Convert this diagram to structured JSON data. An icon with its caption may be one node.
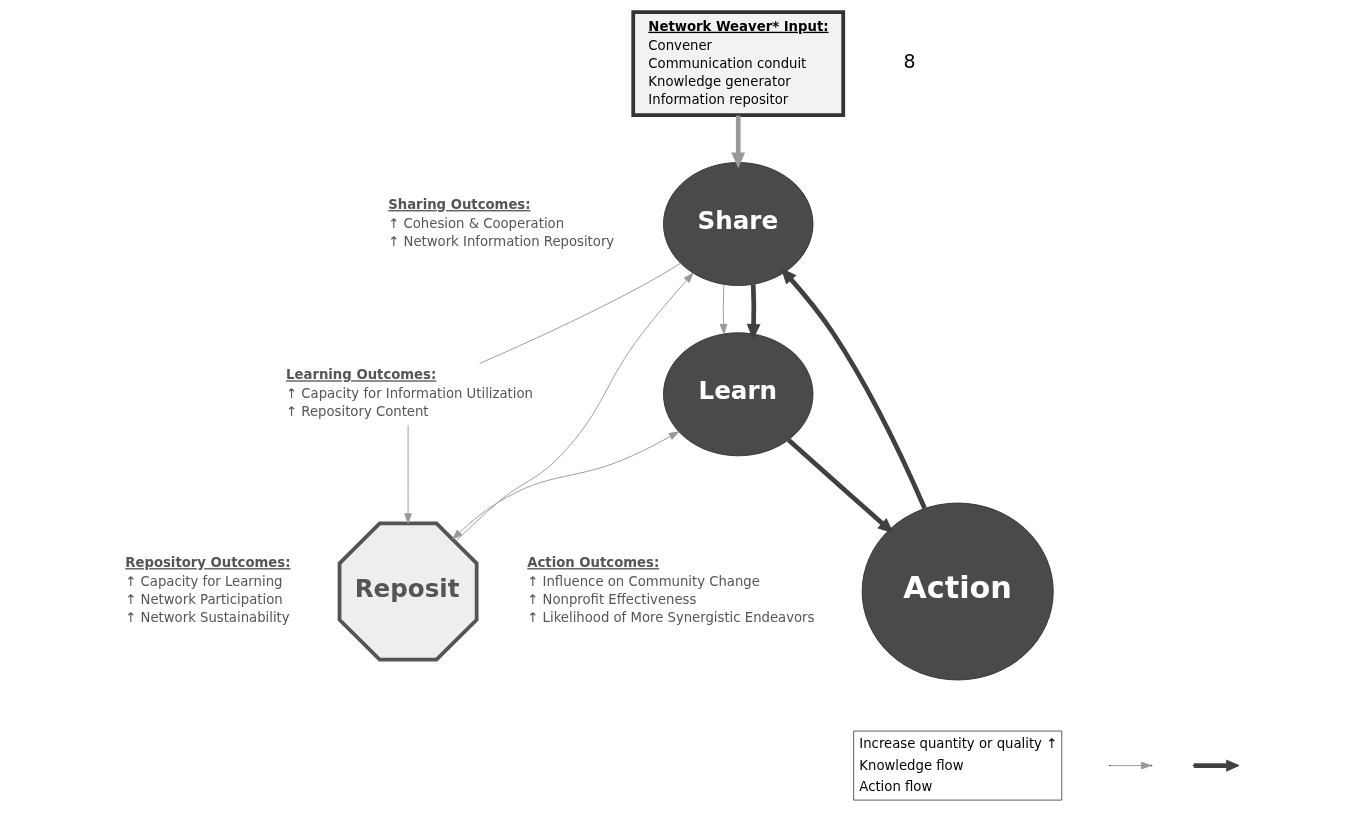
{
  "diagram": {
    "nodes": [
      {
        "text": [
          "Network Weaver* Input:",
          "Convener",
          "Communication conduit",
          "Knowledge generator",
          "Information repositor"
        ]
      },
      {
        "text": [
          "Share"
        ],
        "beside": [
          "Sharing Outcomes:",
          "↑ Cohesion & Cooperation",
          "↑ Network Information Repository"
        ]
      },
      {
        "text": [
          "Learn"
        ]
      },
      {
        "text": [
          "Learning Outcomes:",
          "↑ Capacity for Information Utilization",
          "↑ Repository Content"
        ]
      },
      {
        "text": [
          "Reposit"
        ],
        "beside": [
          "Repository Outcomes:",
          "↑ Capacity for Learning",
          "↑ Network Participation",
          "↑ Network Sustainability"
        ]
      },
      {
        "text": [
          "Action"
        ],
        "beside": [
          "Action Outcomes:",
          "↑ Influence on Community Change",
          "↑ Nonprofit Effectiveness",
          "↑ Likelihood of More Synergistic Endeavors"
        ]
      }
    ],
    "edges": [
      {
        "from": 0,
        "to": 1,
        "arrow": "to",
        "style": "thick"
      },
      {
        "from": 1,
        "to": 2,
        "arrow": "to"
      },
      {
        "from": 1,
        "to": 3,
        "arrow": "none"
      },
      {
        "from": 3,
        "to": 4,
        "arrow": "to"
      },
      {
        "from": 2,
        "to": 4,
        "arrow": "both"
      },
      {
        "from": 4,
        "to": 1,
        "arrow": "to"
      },
      {
        "from": 1,
        "to": 2,
        "arrow": "to",
        "style": "thick",
        "color": "#404040"
      },
      {
        "from": 2,
        "to": 5,
        "arrow": "to",
        "style": "thick",
        "color": "#404040"
      },
      {
        "from": 5,
        "to": 1,
        "arrow": "to",
        "style": "thick",
        "color": "#404040"
      }
    ],
    "labels": [
      "8"
    ],
    "legend": [
      {
        "text": "Increase quantity or quality ↑"
      },
      {
        "text": "Knowledge flow"
      },
      {
        "text": "Action flow"
      }
    ]
  }
}
